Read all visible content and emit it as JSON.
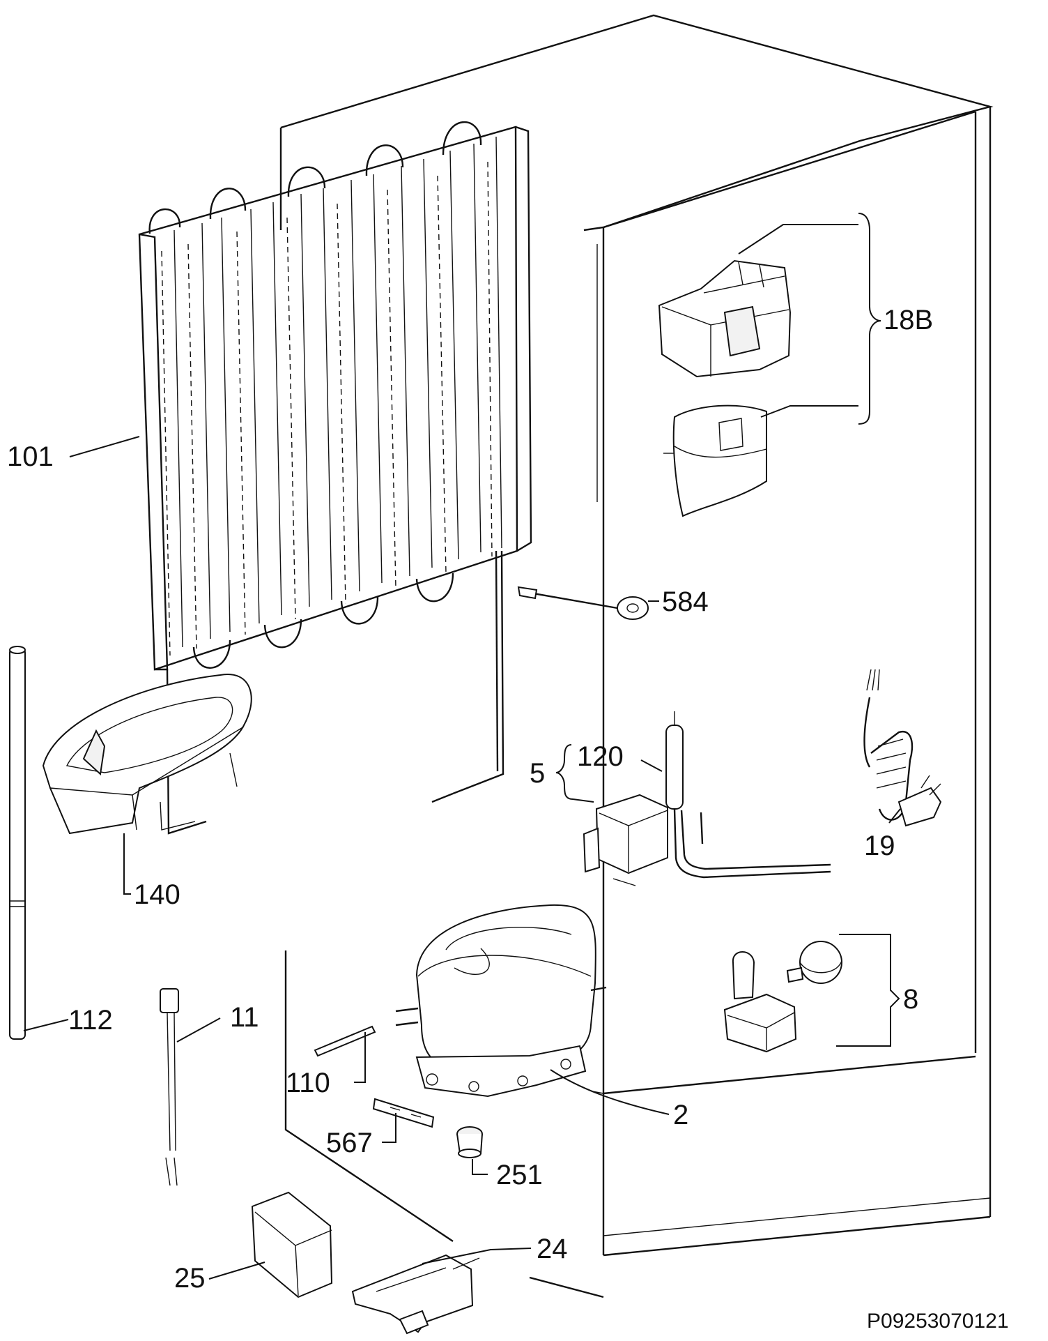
{
  "labels": {
    "p101": "101",
    "p140": "140",
    "p112": "112",
    "p11": "11",
    "p110": "110",
    "p567": "567",
    "p251": "251",
    "p2": "2",
    "p25": "25",
    "p24": "24",
    "p584": "584",
    "p5": "5",
    "p120": "120",
    "p19": "19",
    "p8": "8",
    "p18b": "18B"
  },
  "document_id": "P09253070121"
}
